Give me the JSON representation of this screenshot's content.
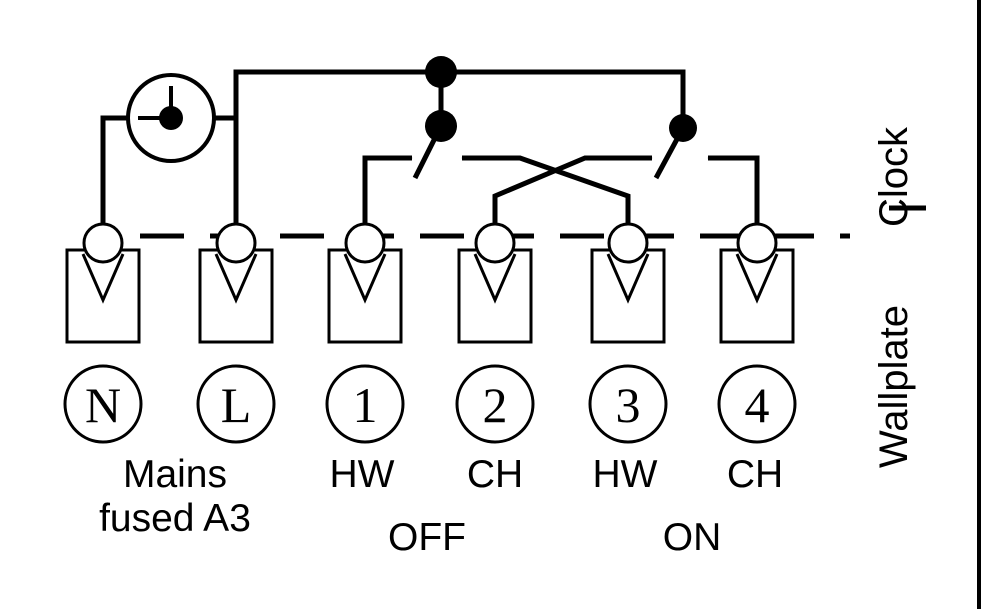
{
  "terminals": [
    {
      "id": "N",
      "function": "Mains"
    },
    {
      "id": "L",
      "function": "fused A3"
    },
    {
      "id": "1",
      "function": "HW"
    },
    {
      "id": "2",
      "function": "CH"
    },
    {
      "id": "3",
      "function": "HW"
    },
    {
      "id": "4",
      "function": "CH"
    }
  ],
  "labels": {
    "mains": "Mains",
    "fused": "fused A3",
    "off": "OFF",
    "on": "ON",
    "wallplate": "Wallplate",
    "clock": "Clock"
  },
  "colors": {
    "line": "#000000",
    "background": "#ffffff"
  },
  "icons": [
    "clock-motor-icon",
    "changeover-switch-icon"
  ]
}
